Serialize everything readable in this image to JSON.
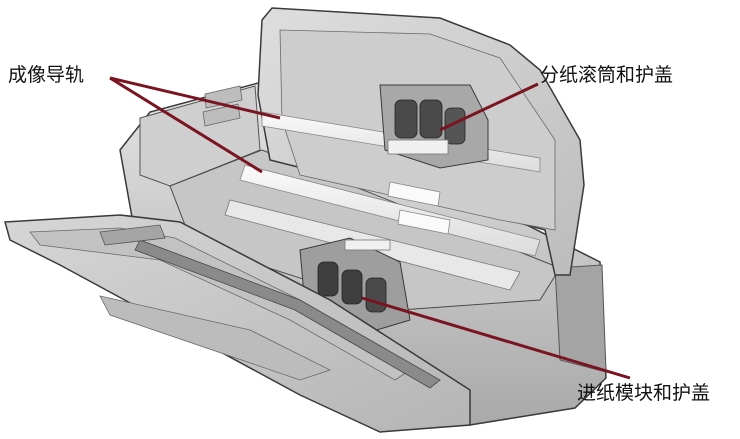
{
  "labels": {
    "imaging_guides": "成像导轨",
    "separation_roller": "分纸滚筒和护盖",
    "feed_module": "进纸模块和护盖"
  },
  "colors": {
    "leader_line": "#7a1420",
    "body_light": "#d9d9d9",
    "body_mid": "#bdbdbd",
    "body_dark": "#8f8f8f",
    "outline": "#3a3a3a",
    "glass": "#f2f2f2"
  }
}
